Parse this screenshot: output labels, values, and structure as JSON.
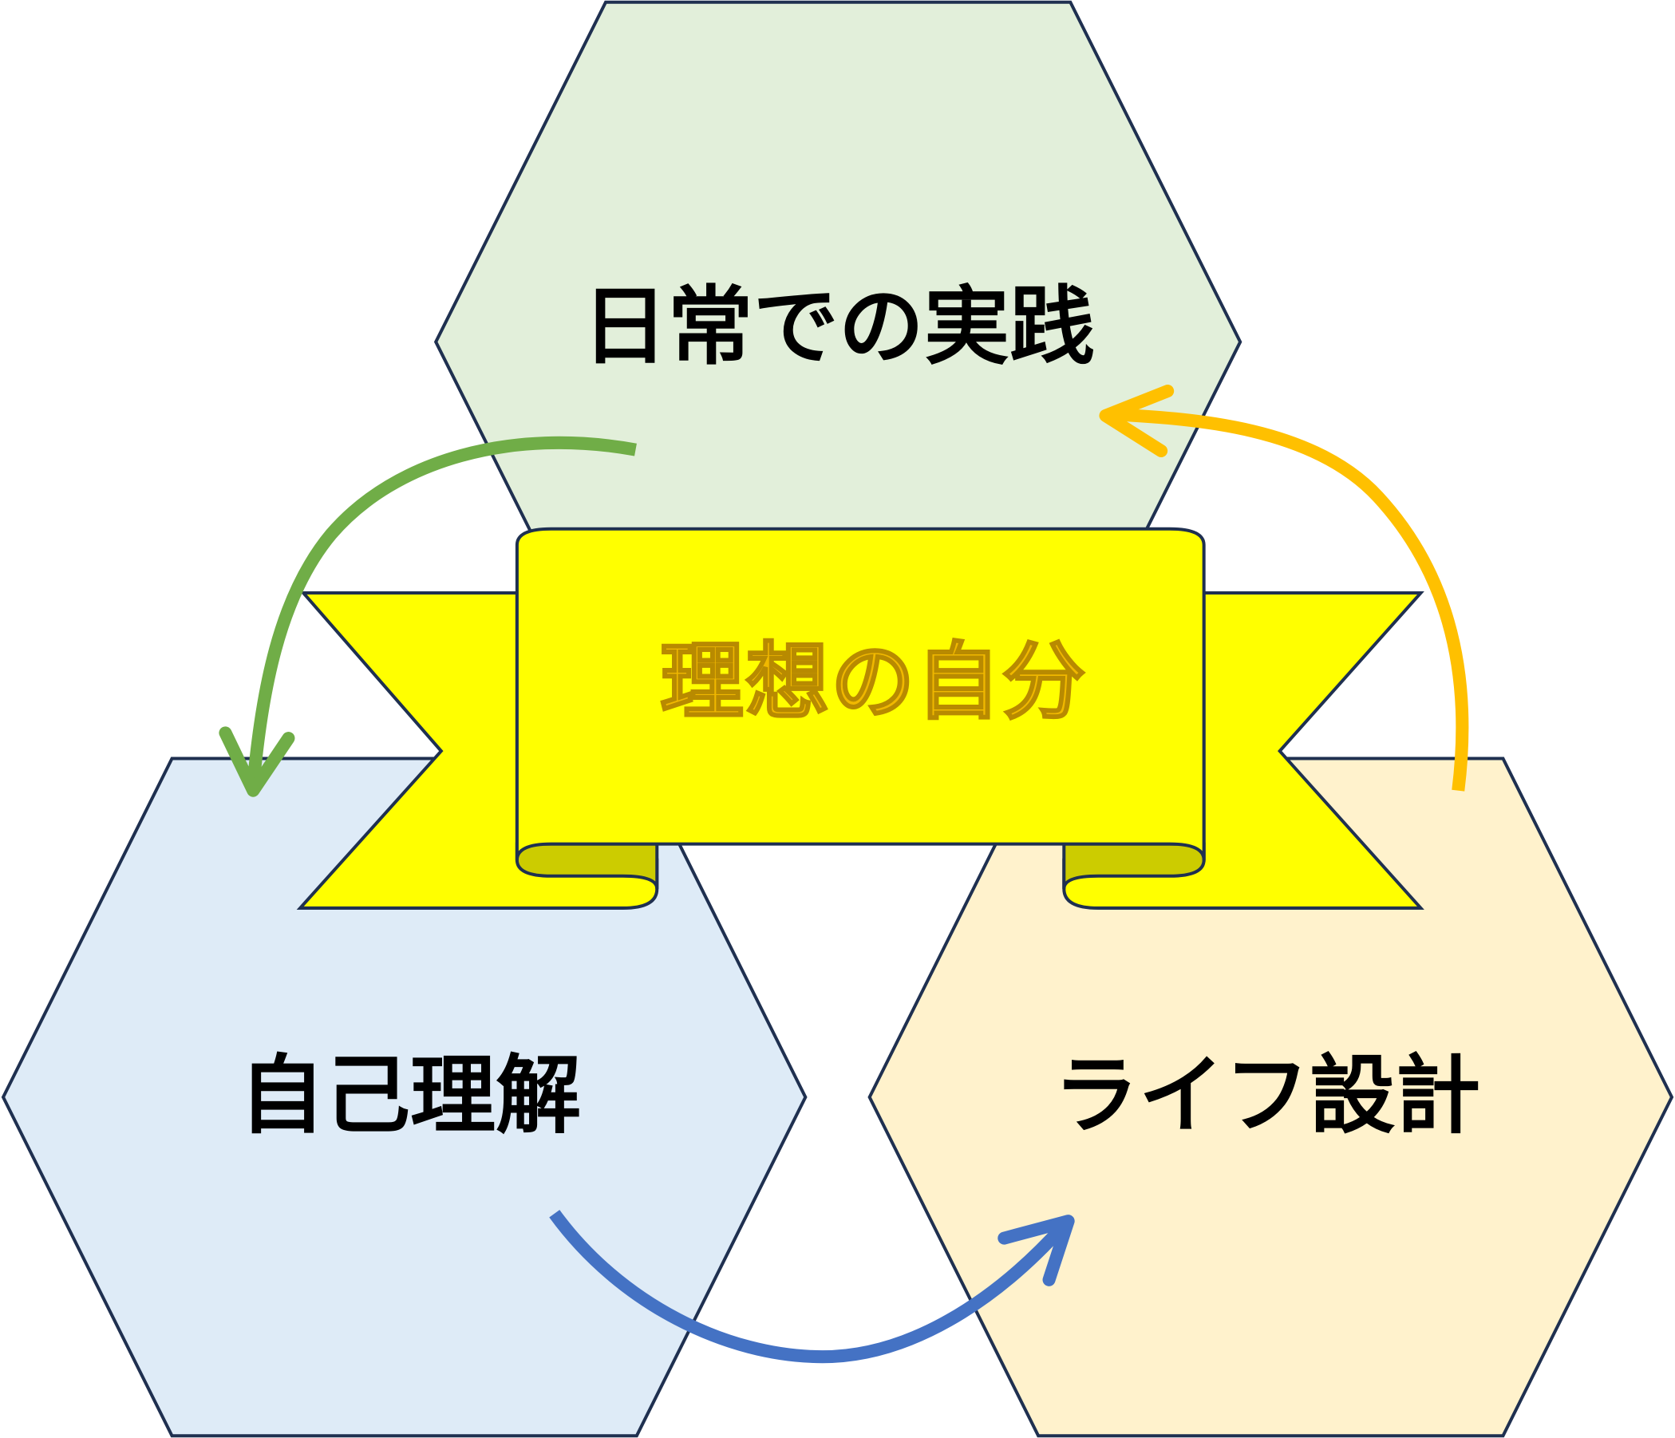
{
  "hexagons": {
    "top": {
      "label": "日常での実践",
      "fill": "#e2efda"
    },
    "left": {
      "label": "自己理解",
      "fill": "#deebf7"
    },
    "right": {
      "label": "ライフ設計",
      "fill": "#fff2cc"
    }
  },
  "banner": {
    "label": "理想の自分",
    "fill": "#ffff00",
    "fold_fill": "#cccc00",
    "text_color": "#f0b800"
  },
  "arrows": {
    "green": "#70ad47",
    "yellow": "#ffc000",
    "blue": "#4472c4"
  },
  "outline": "#1f3050"
}
